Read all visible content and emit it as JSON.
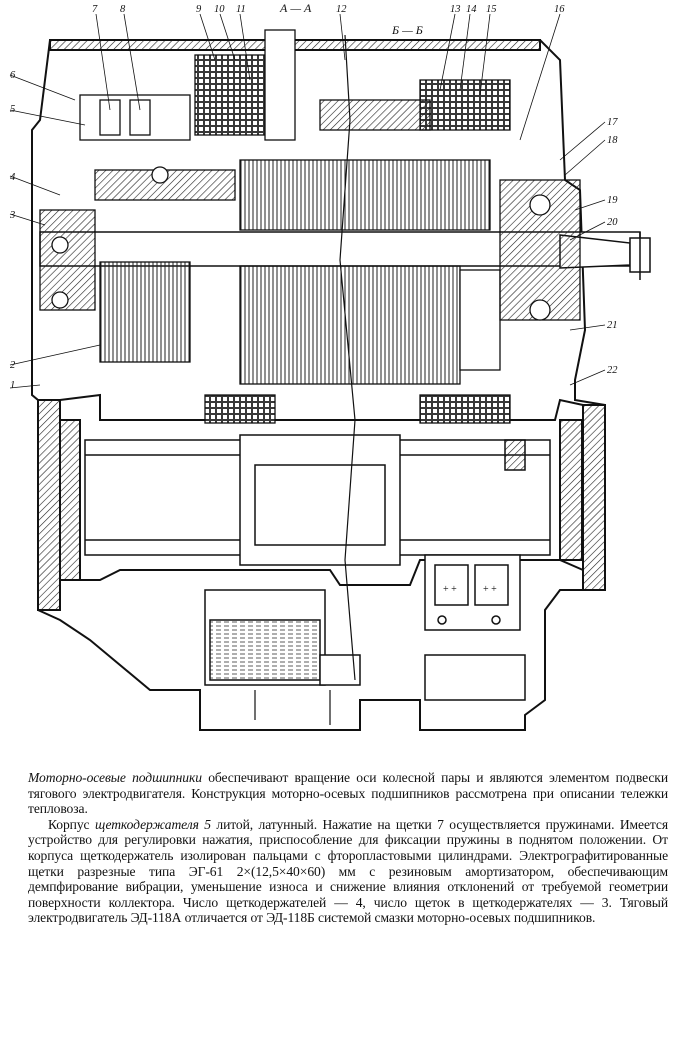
{
  "figure": {
    "callouts": [
      "1",
      "2",
      "3",
      "4",
      "5",
      "6",
      "7",
      "8",
      "9",
      "10",
      "11",
      "12",
      "13",
      "14",
      "15",
      "16",
      "17",
      "18",
      "19",
      "20",
      "21",
      "22"
    ],
    "sections": [
      "А — А",
      "Б — Б"
    ]
  },
  "paragraphs": {
    "p1_italic": "Моторно-осевые подшипники",
    "p1_rest": " обеспечивают вращение оси колесной пары и являются элементом подвески тягового электродвигателя. Конструкция моторно-осевых подшипников рассмотрена при описании тележки тепловоза.",
    "p2_a": "Корпус ",
    "p2_italic": "щеткодержателя 5",
    "p2_b": " литой, латунный. Нажатие на щетки 7 осуществляется пружинами. Имеется устройство для регулировки нажатия, приспособление для фиксации пружины в поднятом положении. От корпуса щеткодержатель изолирован пальцами с фторопластовыми цилиндрами. Электрографитированные щетки разрезные типа ЭГ-61 2×(12,5×40×60) мм с резиновым амортизатором, обеспечивающим демпфирование вибрации, уменьшение износа и снижение влияния отклонений от требуемой геометрии поверхности коллектора. Число щеткодержателей — 4, число щеток в щеткодержателях — 3. Тяговый электродвигатель ЭД-118А отличается от ЭД-118Б системой смазки моторно-осевых подшипников."
  }
}
